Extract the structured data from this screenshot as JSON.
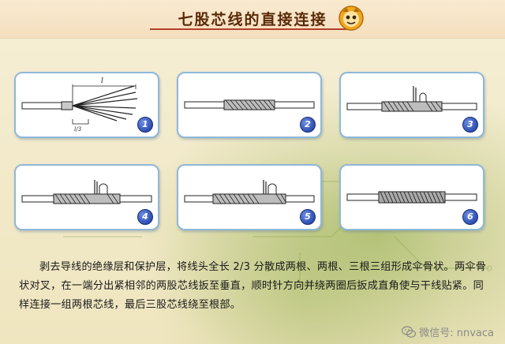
{
  "title": "七股芯线的直接连接",
  "panels": [
    {
      "number": "1",
      "dim_label": "l",
      "sub_label": "l/3"
    },
    {
      "number": "2"
    },
    {
      "number": "3"
    },
    {
      "number": "4"
    },
    {
      "number": "5"
    },
    {
      "number": "6"
    }
  ],
  "description": "剥去导线的绝缘层和保护层，将线头全长 2/3 分散成两根、两根、三根三组形成伞骨状。两伞骨状对叉，在一端分出紧相邻的两股芯线扳至垂直，顺时针方向并绕两圈后扳成直角使与干线贴紧。同样连接一组两根芯线，最后三股芯线绕至根部。",
  "watermark": "微信号: nnvaca",
  "icons": {
    "logo": "cartoon-face-logo",
    "watermark": "wechat-icon"
  },
  "colors": {
    "title": "#5a2a08",
    "panel_border": "#8fb8d8",
    "badge": "#2d4fb3"
  }
}
